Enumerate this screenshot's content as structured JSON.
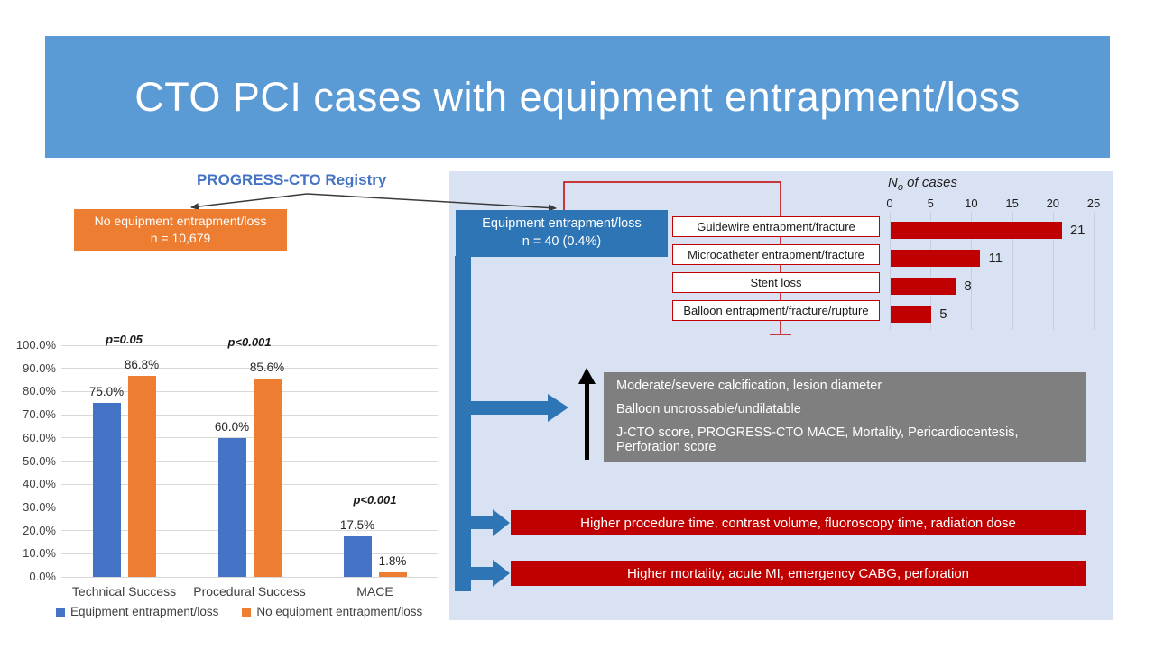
{
  "slide": {
    "title": "CTO PCI cases with equipment entrapment/loss",
    "registry_label": "PROGRESS-CTO Registry"
  },
  "boxes": {
    "no_entrapment": {
      "line1": "No equipment entrapment/loss",
      "line2": "n = 10,679"
    },
    "entrapment": {
      "line1": "Equipment entrapment/loss",
      "line2": "n = 40 (0.4%)"
    }
  },
  "risk_factors_box": {
    "lines": [
      "Moderate/severe calcification, lesion diameter",
      "Balloon uncrossable/undilatable",
      "J-CTO score, PROGRESS-CTO MACE, Mortality, Pericardiocentesis, Perforation score"
    ]
  },
  "outcome_banners": [
    "Higher procedure time, contrast volume, fluoroscopy time, radiation dose",
    "Higher mortality, acute MI, emergency CABG, perforation"
  ],
  "chart_data": [
    {
      "id": "success-mace-chart",
      "type": "bar",
      "categories": [
        "Technical Success",
        "Procedural Success",
        "MACE"
      ],
      "series": [
        {
          "name": "Equipment entrapment/loss",
          "color": "#4472C4",
          "values": [
            75.0,
            60.0,
            17.5
          ]
        },
        {
          "name": "No equipment entrapment/loss",
          "color": "#ED7D31",
          "values": [
            86.8,
            85.6,
            1.8
          ]
        }
      ],
      "value_labels": [
        [
          "75.0%",
          "60.0%",
          "17.5%"
        ],
        [
          "86.8%",
          "85.6%",
          "1.8%"
        ]
      ],
      "p_values": [
        "p=0.05",
        "p<0.001",
        "p<0.001"
      ],
      "ylim": [
        0,
        100
      ],
      "ytick_step": 10,
      "ylabel_format": "percent_one_decimal",
      "grid": true,
      "legend_position": "bottom"
    },
    {
      "id": "cases-by-type-chart",
      "type": "horizontal-bar",
      "axis_title": {
        "prefix": "N",
        "subscript": "o",
        "suffix": " of cases"
      },
      "categories": [
        "Guidewire entrapment/fracture",
        "Microcatheter entrapment/fracture",
        "Stent loss",
        "Balloon entrapment/fracture/rupture"
      ],
      "values": [
        21,
        11,
        8,
        5
      ],
      "xlim": [
        0,
        25
      ],
      "xticks": [
        0,
        5,
        10,
        15,
        20,
        25
      ],
      "bar_color": "#C00000",
      "grid": true
    }
  ],
  "colors": {
    "title_banner": "#5B9BD5",
    "panel_background": "#D9E2F3",
    "orange_accent": "#ED7D31",
    "medium_blue": "#2E75B6",
    "chart_blue": "#4472C4",
    "dark_red": "#C00000",
    "gray_box": "#7F7F7F",
    "registry_text": "#4472C4"
  }
}
